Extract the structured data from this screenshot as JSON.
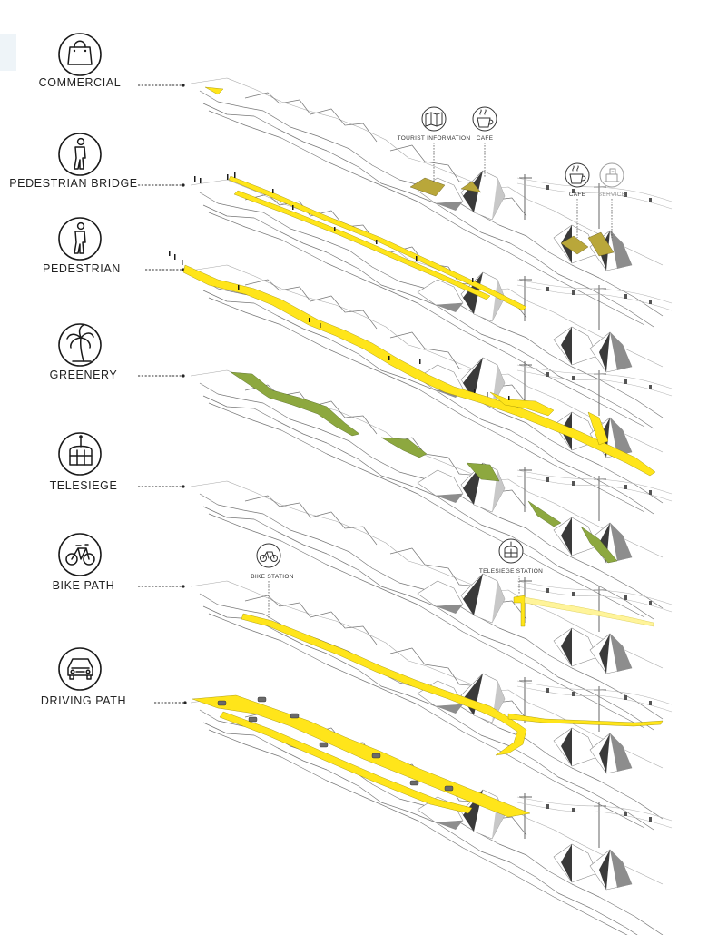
{
  "layers": [
    {
      "id": "commercial",
      "label": "COMMERCIAL",
      "icon": "shopping-bag-icon"
    },
    {
      "id": "pedestrian-bridge",
      "label": "PEDESTRIAN BRIDGE",
      "icon": "walking-person-icon"
    },
    {
      "id": "pedestrian",
      "label": "PEDESTRIAN",
      "icon": "walking-person-icon"
    },
    {
      "id": "greenery",
      "label": "GREENERY",
      "icon": "palm-tree-icon"
    },
    {
      "id": "telesiege",
      "label": "TELESIEGE",
      "icon": "cable-car-icon"
    },
    {
      "id": "bike-path",
      "label": "BIKE PATH",
      "icon": "bicycle-icon"
    },
    {
      "id": "driving-path",
      "label": "DRIVING PATH",
      "icon": "car-icon"
    }
  ],
  "points_of_interest": [
    {
      "id": "tourist-information",
      "label": "TOURIST INFORMATION",
      "icon": "map-icon"
    },
    {
      "id": "cafe-1",
      "label": "CAFE",
      "icon": "coffee-cup-icon"
    },
    {
      "id": "cafe-2",
      "label": "CAFE",
      "icon": "coffee-cup-icon"
    },
    {
      "id": "service",
      "label": "SERVICE",
      "icon": "service-icon"
    },
    {
      "id": "bike-station",
      "label": "BIKE STATION",
      "icon": "bike-station-icon"
    },
    {
      "id": "telesiege-station",
      "label": "TELESIEGE STATION",
      "icon": "cable-car-icon"
    }
  ],
  "colors": {
    "highlight_yellow": "#ffe51a",
    "greenery": "#8da83f",
    "commercial_olive": "#b9a73a",
    "rock_dark": "#3a3a3a",
    "line_grey": "#777777"
  }
}
